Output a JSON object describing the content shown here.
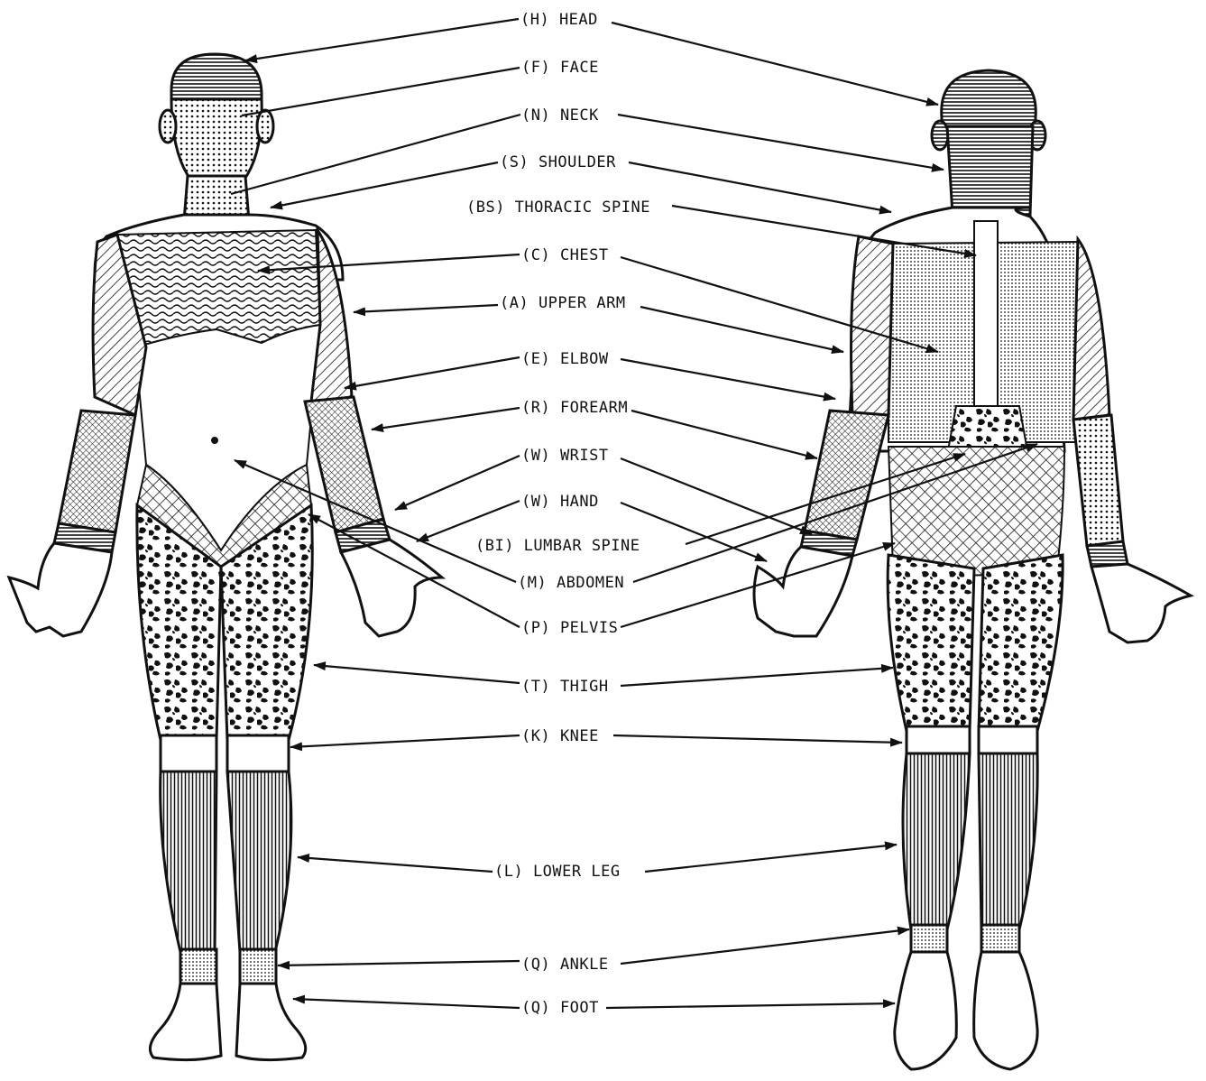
{
  "labels": [
    {
      "id": "head",
      "text": "(H) HEAD"
    },
    {
      "id": "face",
      "text": "(F) FACE"
    },
    {
      "id": "neck",
      "text": "(N) NECK"
    },
    {
      "id": "shoulder",
      "text": "(S) SHOULDER"
    },
    {
      "id": "thoracic-spine",
      "text": "(BS) THORACIC SPINE"
    },
    {
      "id": "chest",
      "text": "(C) CHEST"
    },
    {
      "id": "upper-arm",
      "text": "(A) UPPER ARM"
    },
    {
      "id": "elbow",
      "text": "(E) ELBOW"
    },
    {
      "id": "forearm",
      "text": "(R) FOREARM"
    },
    {
      "id": "wrist",
      "text": "(W) WRIST"
    },
    {
      "id": "hand",
      "text": "(W) HAND"
    },
    {
      "id": "lumbar-spine",
      "text": "(BI) LUMBAR SPINE"
    },
    {
      "id": "abdomen",
      "text": "(M) ABDOMEN"
    },
    {
      "id": "pelvis",
      "text": "(P) PELVIS"
    },
    {
      "id": "thigh",
      "text": "(T) THIGH"
    },
    {
      "id": "knee",
      "text": "(K) KNEE"
    },
    {
      "id": "lower-leg",
      "text": "(L) LOWER LEG"
    },
    {
      "id": "ankle",
      "text": "(Q) ANKLE"
    },
    {
      "id": "foot",
      "text": "(Q) FOOT"
    }
  ]
}
